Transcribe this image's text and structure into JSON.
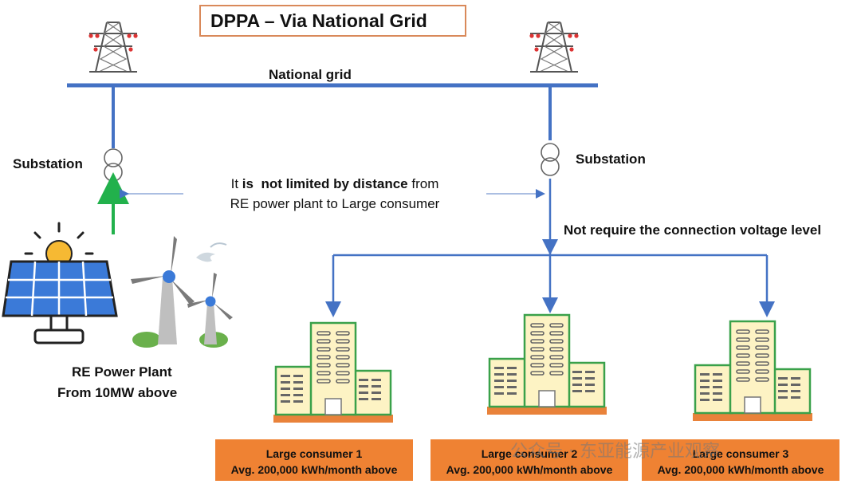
{
  "title": "DPPA – Via National Grid",
  "national_grid_label": "National grid",
  "substation_left_label": "Substation",
  "substation_right_label": "Substation",
  "distance_note": {
    "prefix": "It ",
    "bold1": "is",
    "mid": "  ",
    "bold2": "not limited by distance",
    "suffix": " from",
    "line2": "RE power plant to Large consumer"
  },
  "connection_note": "Not require the connection voltage level",
  "plant": {
    "line1": "RE Power Plant",
    "line2": "From 10MW above"
  },
  "consumers": [
    {
      "name": "Large consumer 1",
      "detail": "Avg. 200,000 kWh/month above"
    },
    {
      "name": "Large consumer 2",
      "detail": "Avg. 200,000 kWh/month above"
    },
    {
      "name": "Large consumer 3",
      "detail": "Avg. 200,000 kWh/month above"
    }
  ],
  "watermark": "公众号 · 东亚能源产业观察",
  "colors": {
    "line_blue": "#4472c4",
    "arrow_green": "#22b14c",
    "label_orange": "#ef8233",
    "building_fill": "#fdf3c4",
    "building_edge": "#3aa14a"
  },
  "icons": [
    "transmission-tower-icon",
    "transformer-icon",
    "solar-panel-icon",
    "sun-icon",
    "wind-turbine-icon",
    "building-icon"
  ]
}
